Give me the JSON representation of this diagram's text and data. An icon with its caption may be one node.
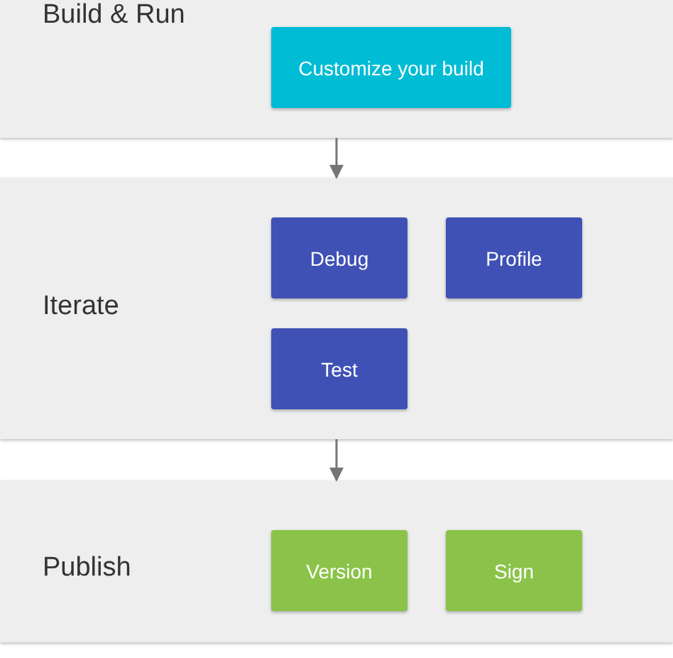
{
  "diagram": {
    "nodes": [
      {
        "text": [
          "Build & Run"
        ]
      },
      {
        "text": [
          "Customize your build"
        ],
        "in": 0
      },
      {
        "text": [
          "Iterate"
        ]
      },
      {
        "text": [
          "Debug"
        ],
        "in": 2
      },
      {
        "text": [
          "Profile"
        ],
        "in": 2
      },
      {
        "text": [
          "Test"
        ],
        "in": 2
      },
      {
        "text": [
          "Publish"
        ]
      },
      {
        "text": [
          "Version"
        ],
        "in": 6
      },
      {
        "text": [
          "Sign"
        ],
        "in": 6
      }
    ],
    "edges": [
      {
        "from": 0,
        "to": 2,
        "arrow": "to"
      },
      {
        "from": 2,
        "to": 6,
        "arrow": "to"
      }
    ]
  }
}
